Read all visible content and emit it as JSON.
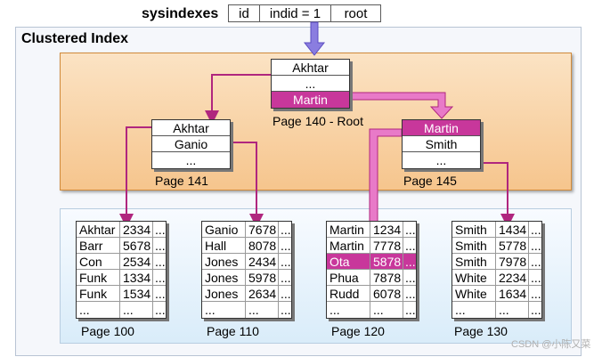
{
  "sysindexes": {
    "label": "sysindexes",
    "cells": [
      "id",
      "indid = 1",
      "root"
    ]
  },
  "title": "Clustered Index",
  "root": {
    "entries": [
      "Akhtar",
      "...",
      "Martin"
    ],
    "label": "Page 140 - Root"
  },
  "intermediate": [
    {
      "entries": [
        "Akhtar",
        "Ganio",
        "..."
      ],
      "label": "Page 141"
    },
    {
      "entries": [
        "Martin",
        "Smith",
        "..."
      ],
      "label": "Page 145"
    }
  ],
  "leaves": [
    {
      "label": "Page 100",
      "rows": [
        [
          "Akhtar",
          "2334",
          "..."
        ],
        [
          "Barr",
          "5678",
          "..."
        ],
        [
          "Con",
          "2534",
          "..."
        ],
        [
          "Funk",
          "1334",
          "..."
        ],
        [
          "Funk",
          "1534",
          "..."
        ],
        [
          "...",
          "...",
          "..."
        ]
      ]
    },
    {
      "label": "Page 110",
      "rows": [
        [
          "Ganio",
          "7678",
          "..."
        ],
        [
          "Hall",
          "8078",
          "..."
        ],
        [
          "Jones",
          "2434",
          "..."
        ],
        [
          "Jones",
          "5978",
          "..."
        ],
        [
          "Jones",
          "2634",
          "..."
        ],
        [
          "...",
          "...",
          "..."
        ]
      ]
    },
    {
      "label": "Page 120",
      "rows": [
        [
          "Martin",
          "1234",
          "..."
        ],
        [
          "Martin",
          "7778",
          "..."
        ],
        [
          "Ota",
          "5878",
          "..."
        ],
        [
          "Phua",
          "7878",
          "..."
        ],
        [
          "Rudd",
          "6078",
          "..."
        ],
        [
          "...",
          "...",
          "..."
        ]
      ]
    },
    {
      "label": "Page 130",
      "rows": [
        [
          "Smith",
          "1434",
          "..."
        ],
        [
          "Smith",
          "5778",
          "..."
        ],
        [
          "Smith",
          "7978",
          "..."
        ],
        [
          "White",
          "2234",
          "..."
        ],
        [
          "White",
          "1634",
          "..."
        ],
        [
          "...",
          "...",
          "..."
        ]
      ]
    }
  ],
  "watermark": "CSDN @小陈又菜",
  "colors": {
    "highlight": "#c8379b",
    "path_arrow": "#e87ac8",
    "sysindex_arrow": "#8a7de0",
    "orange_panel": "#f6c58d"
  }
}
